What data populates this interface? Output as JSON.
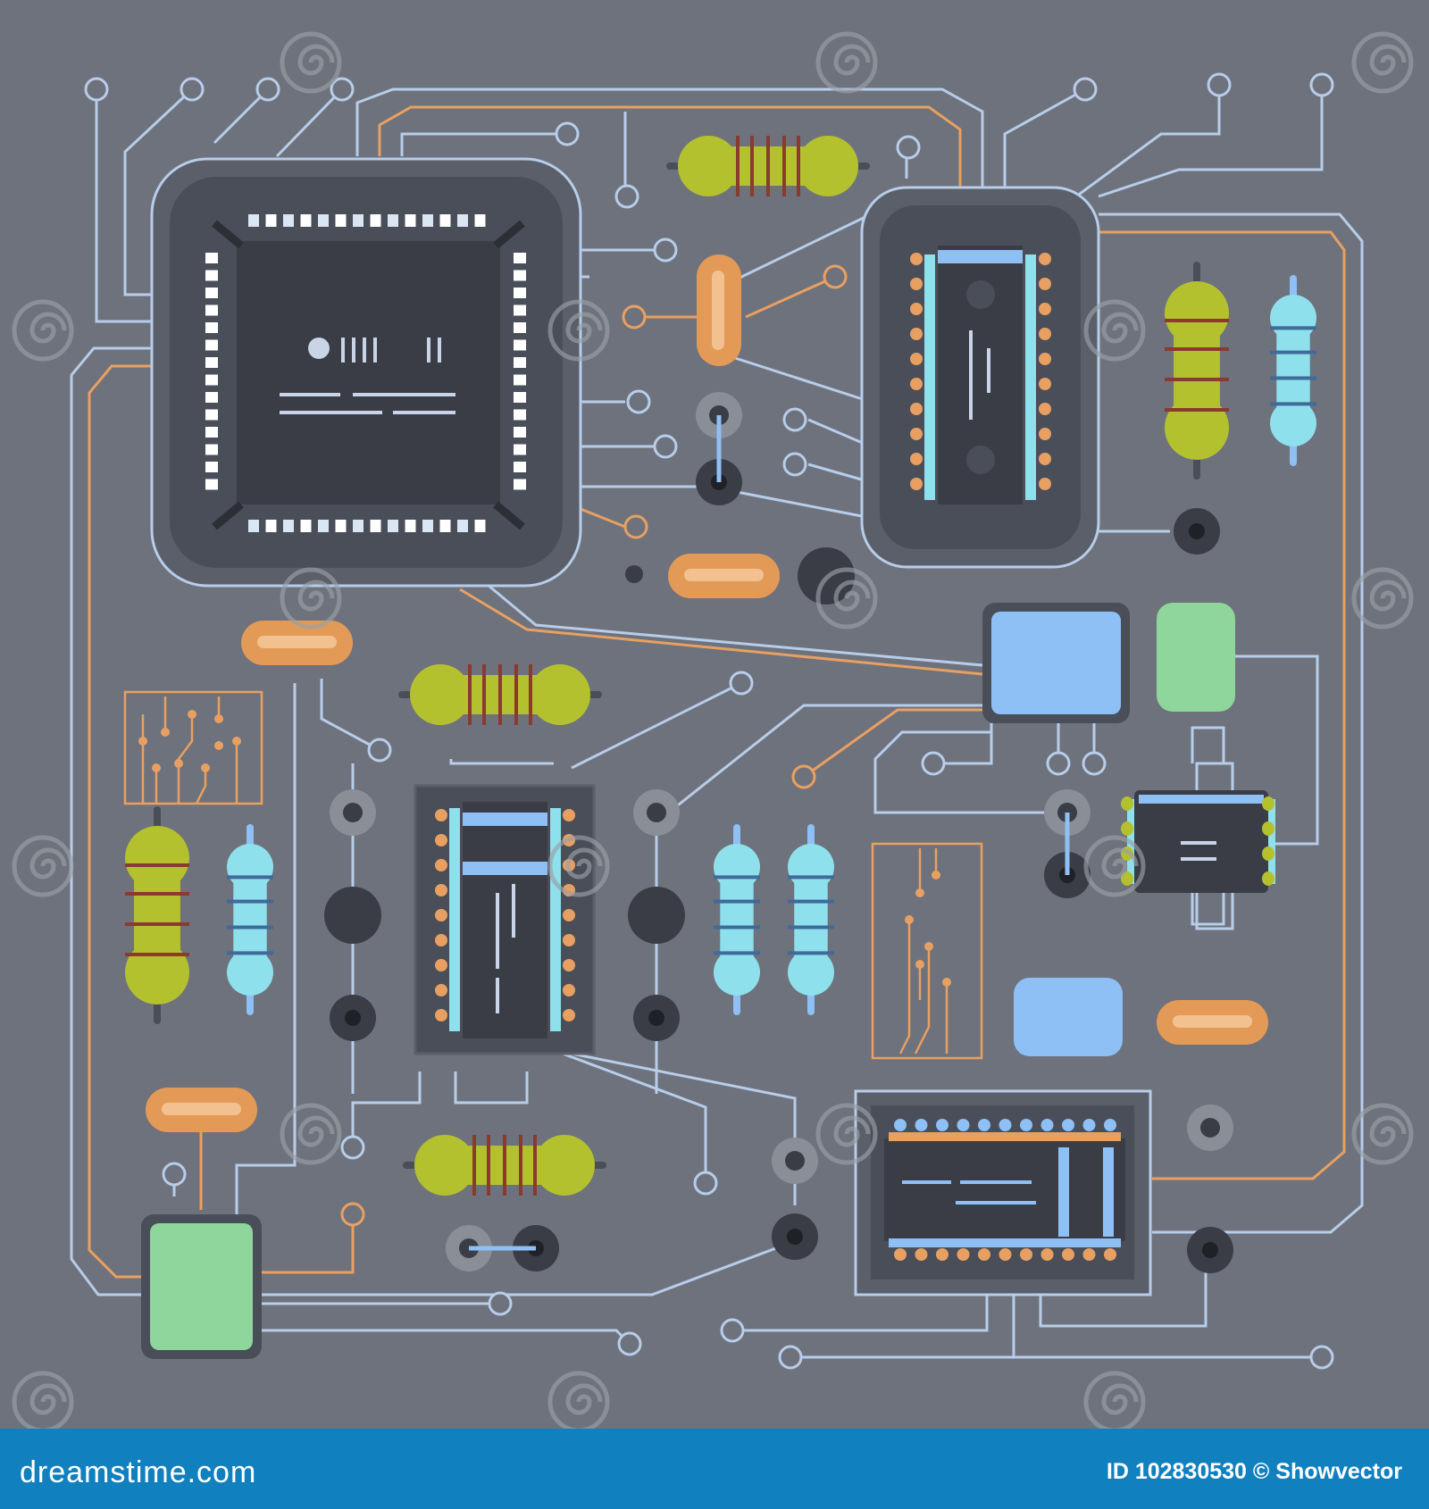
{
  "image": {
    "subject": "circuit-board",
    "colors": {
      "background": "#6e727c",
      "trace_light": "#b7cdea",
      "trace_orange": "#e8a062",
      "chip_body": "#3a3d46",
      "chip_frame": "#5b5f69",
      "resistor_olive": "#b4c12e",
      "resistor_cyan": "#8ee0ec",
      "capacitor_orange": "#e39a57",
      "pad_blue": "#8ec0f6",
      "pad_green": "#8fd69c",
      "footer": "#1180bf"
    }
  },
  "watermark": {
    "text": "dreamstime"
  },
  "footer": {
    "site": "dreamstime.com",
    "id_label": "ID 102830530",
    "author": "© Showvector"
  }
}
